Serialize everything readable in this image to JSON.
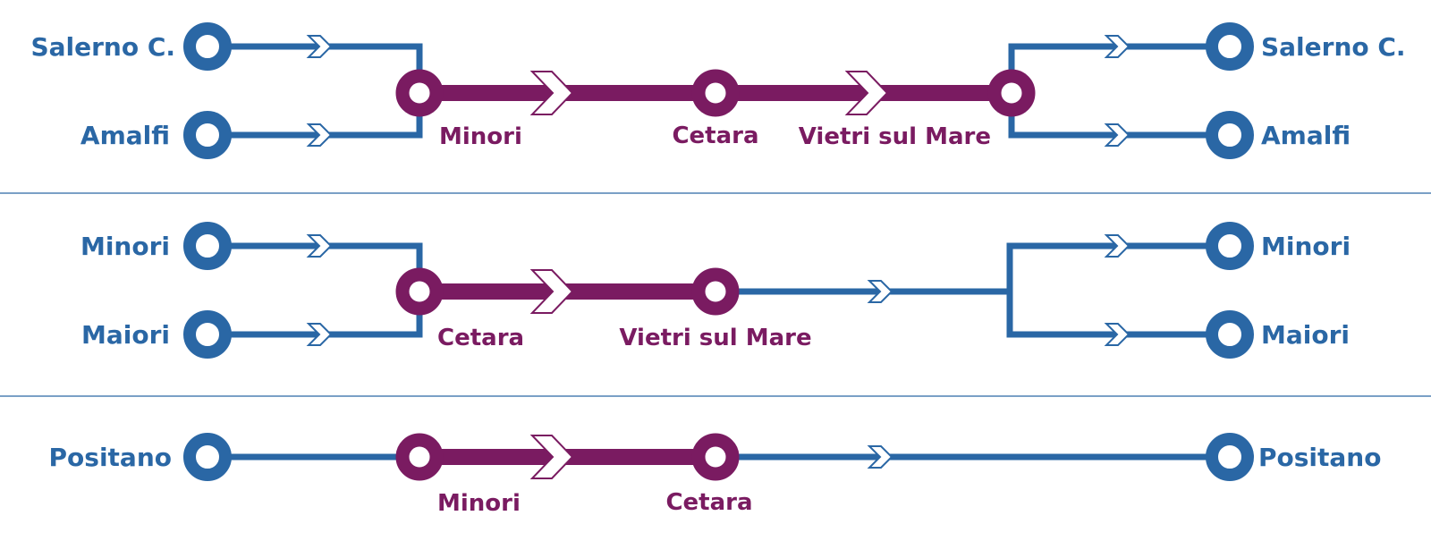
{
  "colors": {
    "line_blue": "#2a67a5",
    "line_purple": "#7a1b61",
    "background": "#ffffff"
  },
  "routes": [
    {
      "origins": [
        "Salerno C.",
        "Amalfi"
      ],
      "stops": [
        "Minori",
        "Cetara",
        "Vietri sul Mare"
      ],
      "destinations": [
        "Salerno C.",
        "Amalfi"
      ]
    },
    {
      "origins": [
        "Minori",
        "Maiori"
      ],
      "stops": [
        "Cetara",
        "Vietri sul Mare"
      ],
      "destinations": [
        "Minori",
        "Maiori"
      ]
    },
    {
      "origins": [
        "Positano"
      ],
      "stops": [
        "Minori",
        "Cetara"
      ],
      "destinations": [
        "Positano"
      ]
    }
  ]
}
